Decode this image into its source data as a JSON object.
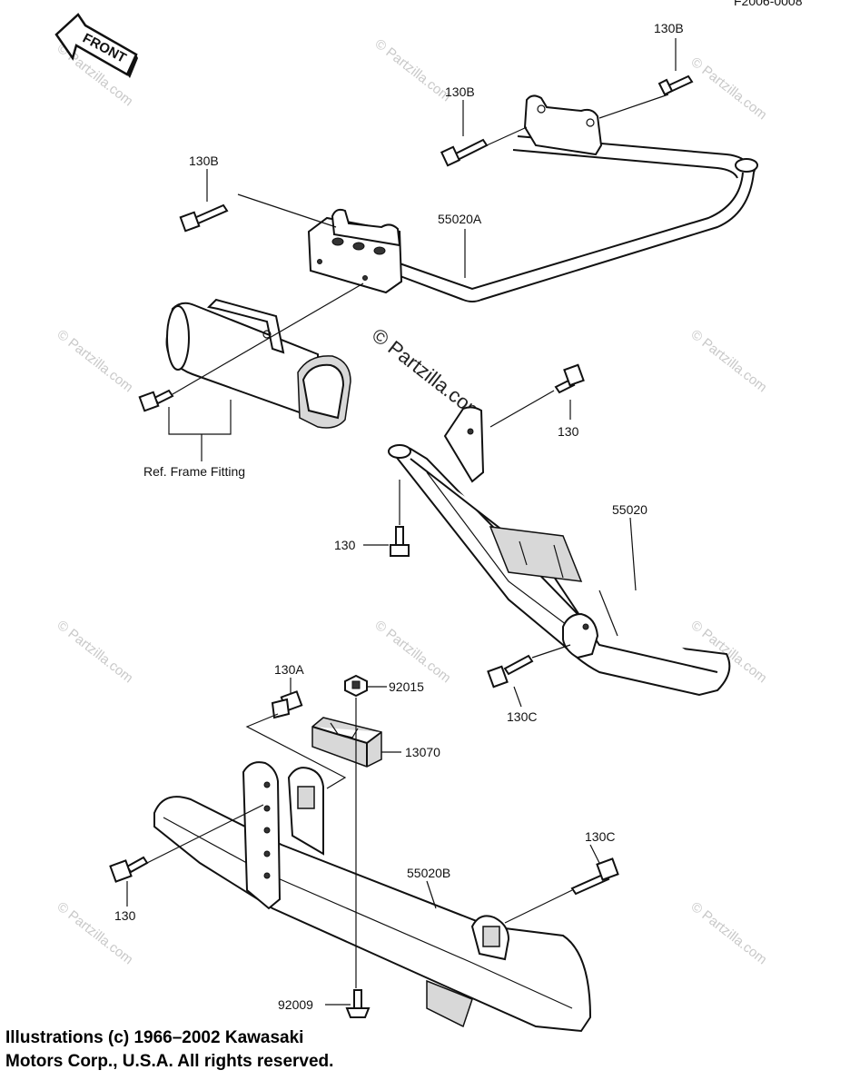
{
  "header": {
    "code": "F2006-0008"
  },
  "front_arrow": {
    "label": "FRONT"
  },
  "watermarks": {
    "text": "© Partzilla.com",
    "center_text": "© Partzilla.com"
  },
  "callouts": {
    "bolt_130b_right": "130B",
    "bolt_130b_mid": "130B",
    "bolt_130b_left": "130B",
    "guard_55020a": "55020A",
    "ref_frame": "Ref. Frame Fitting",
    "bolt_130_upper": "130",
    "guard_55020": "55020",
    "bolt_130_left": "130",
    "bolt_130c_upper": "130C",
    "bolt_130a": "130A",
    "nut_92015": "92015",
    "block_13070": "13070",
    "bolt_130c_lower": "130C",
    "guard_55020b": "55020B",
    "bolt_130_lower": "130",
    "screw_92009": "92009"
  },
  "footer": {
    "line1": "Illustrations (c) 1966–2002 Kawasaki",
    "line2": "Motors Corp., U.S.A.  All rights reserved."
  }
}
